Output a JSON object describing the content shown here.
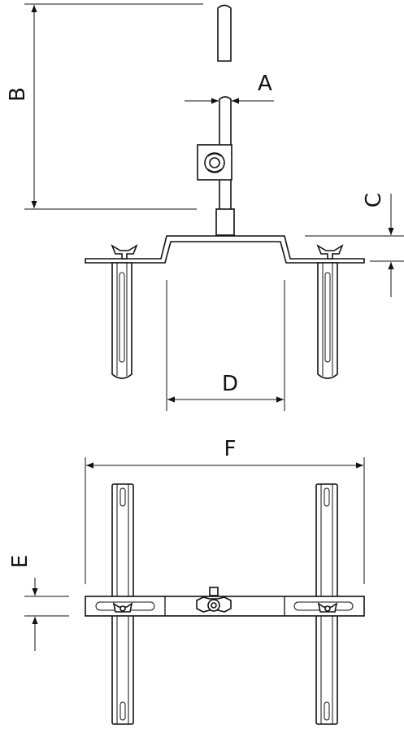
{
  "dimensions": {
    "a": "A",
    "b": "B",
    "c": "C",
    "d": "D",
    "e": "E",
    "f": "F"
  }
}
